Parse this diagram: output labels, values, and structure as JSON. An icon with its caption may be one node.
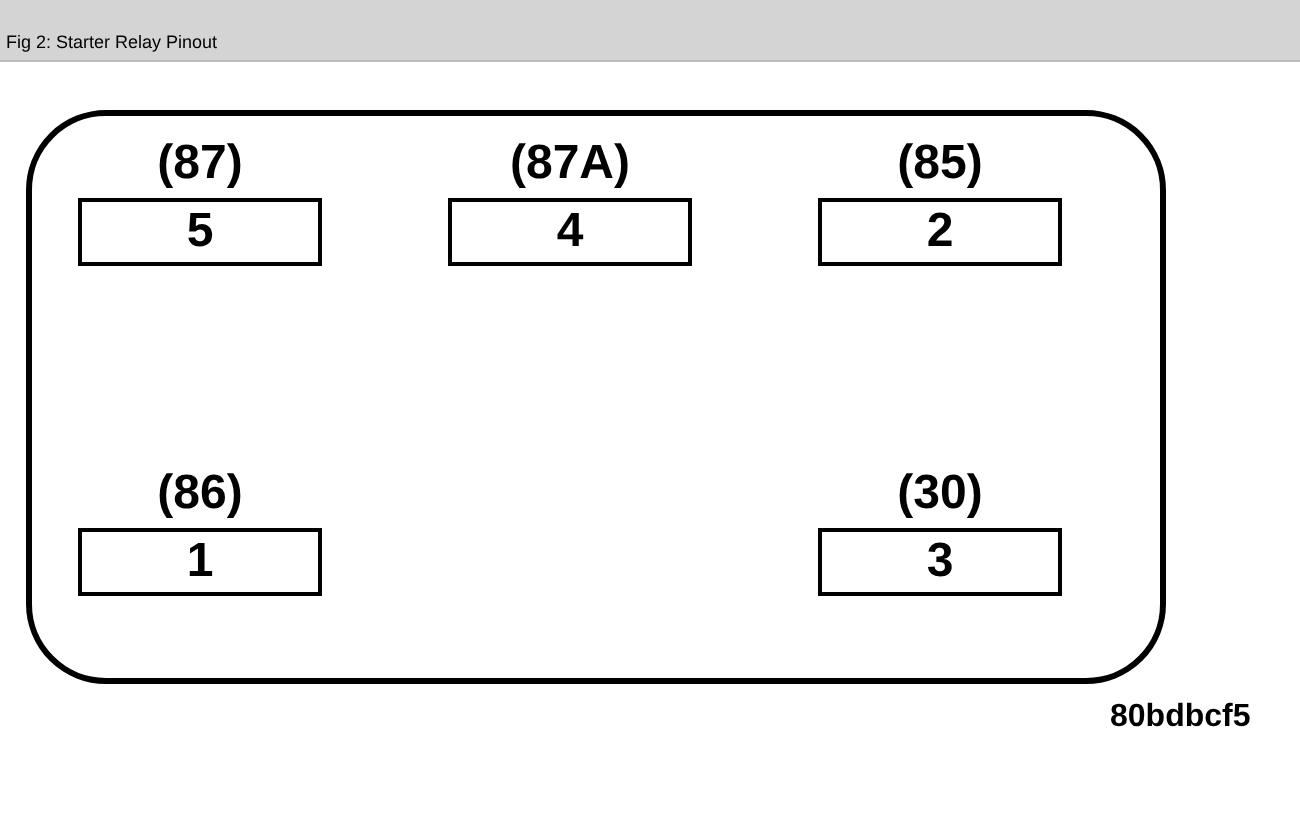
{
  "diagram": {
    "title": "Fig 2: Starter Relay Pinout",
    "nodes": [
      {
        "text": [],
        "shape": "box"
      },
      {
        "text": [
          "(87)",
          "5"
        ],
        "in": 0
      },
      {
        "text": [
          "(87A)",
          "4"
        ],
        "in": 0
      },
      {
        "text": [
          "(85)",
          "2"
        ],
        "in": 0
      },
      {
        "text": [
          "(86)",
          "1"
        ],
        "in": 0
      },
      {
        "text": [
          "(30)",
          "3"
        ],
        "in": 0
      }
    ],
    "labels": [
      "80bdbcf5"
    ]
  }
}
